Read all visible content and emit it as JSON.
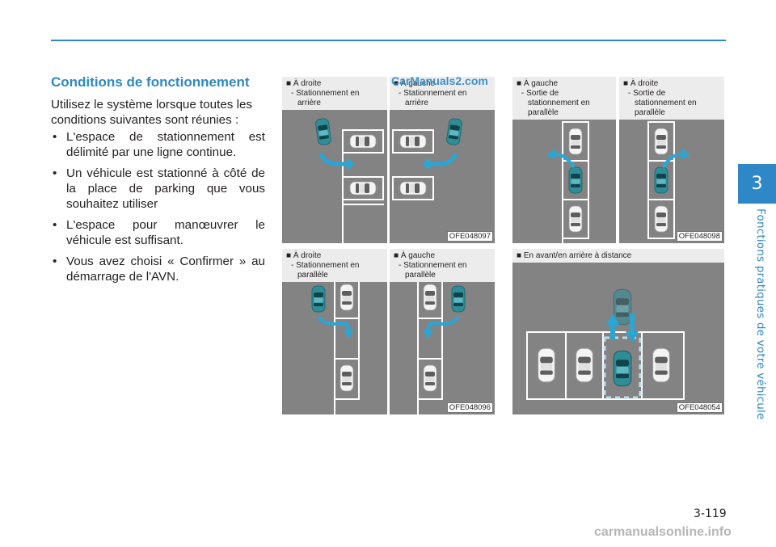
{
  "side": {
    "chapter_number": "3",
    "chapter_title": "Fonctions pratiques de votre véhicule"
  },
  "section": {
    "heading": "Conditions de fonctionnement",
    "intro": "Utilisez le système lorsque toutes les conditions suivantes sont réunies :",
    "bullets": [
      "L'espace de stationnement est délimité par une ligne continue.",
      "Un véhicule est stationné à côté de la place de parking que vous souhaitez utiliser",
      "L'espace pour manœuvrer le véhicule est suffisant.",
      "Vous avez choisi « Confirmer » au démarrage de l'AVN."
    ]
  },
  "figures": {
    "fig1": {
      "code": "OFE048097",
      "left_caption": {
        "line1": "■ À droite",
        "line2": "- Stationnement en",
        "line3": "arrière"
      },
      "right_caption": {
        "line1": "■ À gauche",
        "line2": "- Stationnement en",
        "line3": "arrière"
      }
    },
    "fig2": {
      "code": "OFE048098",
      "left_caption": {
        "line1": "■ À gauche",
        "line2": "- Sortie de",
        "line3": "stationnement en",
        "line4": "parallèle"
      },
      "right_caption": {
        "line1": "■ À droite",
        "line2": "- Sortie de",
        "line3": "stationnement en",
        "line4": "parallèle"
      }
    },
    "fig3": {
      "code": "OFE048096",
      "left_caption": {
        "line1": "■ À droite",
        "line2": "- Stationnement en",
        "line3": "parallèle"
      },
      "right_caption": {
        "line1": "■ À gauche",
        "line2": "- Stationnement en",
        "line3": "parallèle"
      }
    },
    "fig4": {
      "code": "OFE048054",
      "caption": "■ En avant/en arrière à distance"
    }
  },
  "watermarks": {
    "top": "CarManuals2.com",
    "bottom": "carmanualsonline.info"
  },
  "page_number": "3-119",
  "colors": {
    "accent": "#2e88c7",
    "car_teal": "#2f8d97",
    "arrow": "#2aa6d6",
    "asphalt": "#838383"
  }
}
